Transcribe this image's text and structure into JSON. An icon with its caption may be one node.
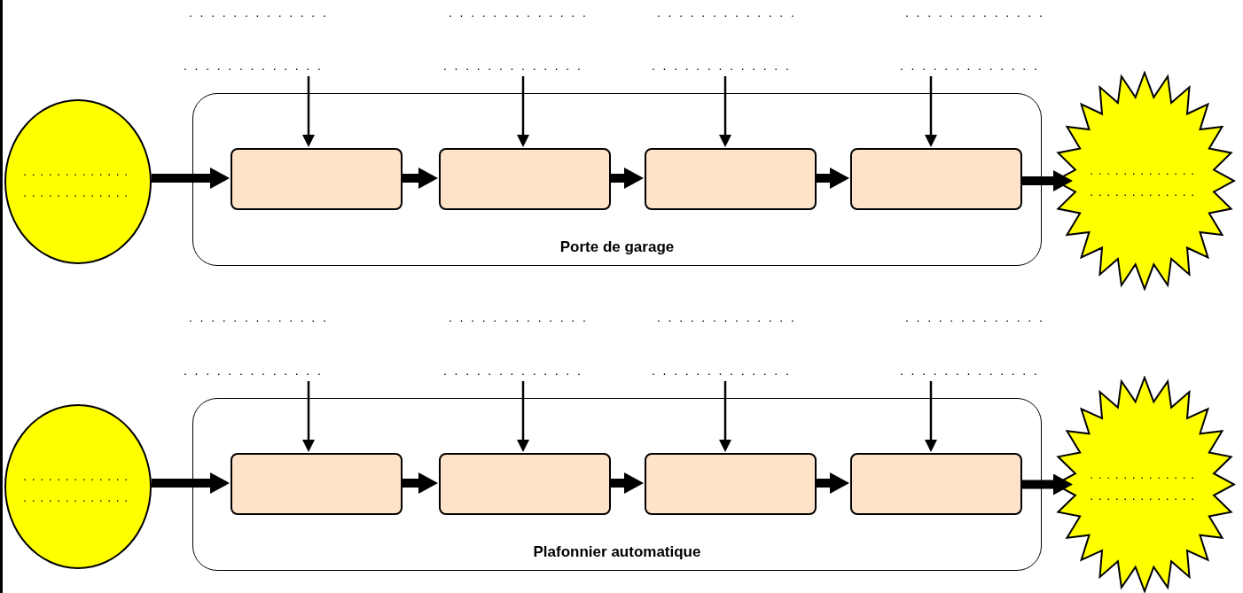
{
  "diagram": {
    "nodes": [
      {
        "text": [
          ". . . . . . . . . . . . ."
        ]
      },
      {
        "text": [
          ". . . . . . . . . . . . ."
        ]
      },
      {
        "text": [
          ". . . . . . . . . . . . ."
        ]
      },
      {
        "text": [
          ". . . . . . . . . . . . ."
        ]
      },
      {
        "text": [
          ".............",
          "............."
        ]
      },
      {
        "text": [
          "Porte de garage"
        ]
      },
      {
        "text": [],
        "shape": "box",
        "in": 5
      },
      {
        "text": [],
        "shape": "box",
        "in": 5
      },
      {
        "text": [],
        "shape": "box",
        "in": 5
      },
      {
        "text": [],
        "shape": "box",
        "in": 5
      },
      {
        "text": [
          ".............",
          "............."
        ]
      },
      {
        "text": [
          ". . . . . . . . . . . . ."
        ]
      },
      {
        "text": [
          ". . . . . . . . . . . . ."
        ]
      },
      {
        "text": [
          ". . . . . . . . . . . . ."
        ]
      },
      {
        "text": [
          ". . . . . . . . . . . . ."
        ]
      },
      {
        "text": [
          ".............",
          "............."
        ]
      },
      {
        "text": [
          "Plafonnier automatique"
        ]
      },
      {
        "text": [],
        "shape": "box",
        "in": 16
      },
      {
        "text": [],
        "shape": "box",
        "in": 16
      },
      {
        "text": [],
        "shape": "box",
        "in": 16
      },
      {
        "text": [],
        "shape": "box",
        "in": 16
      },
      {
        "text": [
          ".............",
          "............."
        ]
      }
    ],
    "edges": [
      {
        "from": 4,
        "to": 6,
        "arrow": "to"
      },
      {
        "from": 6,
        "to": 7,
        "arrow": "to"
      },
      {
        "from": 7,
        "to": 8,
        "arrow": "to"
      },
      {
        "from": 8,
        "to": 9,
        "arrow": "to"
      },
      {
        "from": 9,
        "to": 10,
        "arrow": "to"
      },
      {
        "from": 0,
        "to": 6,
        "arrow": "to"
      },
      {
        "from": 1,
        "to": 7,
        "arrow": "to"
      },
      {
        "from": 2,
        "to": 8,
        "arrow": "to"
      },
      {
        "from": 3,
        "to": 9,
        "arrow": "to"
      },
      {
        "from": 15,
        "to": 17,
        "arrow": "to"
      },
      {
        "from": 17,
        "to": 18,
        "arrow": "to"
      },
      {
        "from": 18,
        "to": 19,
        "arrow": "to"
      },
      {
        "from": 19,
        "to": 20,
        "arrow": "to"
      },
      {
        "from": 20,
        "to": 21,
        "arrow": "to"
      },
      {
        "from": 11,
        "to": 17,
        "arrow": "to"
      },
      {
        "from": 12,
        "to": 18,
        "arrow": "to"
      },
      {
        "from": 13,
        "to": 19,
        "arrow": "to"
      },
      {
        "from": 14,
        "to": 20,
        "arrow": "to"
      }
    ],
    "labels": [
      ". . . . . . . . . . . . .",
      ". . . . . . . . . . . . .",
      ". . . . . . . . . . . . .",
      ". . . . . . . . . . . . .",
      ". . . . . . . . . . . . .",
      ". . . . . . . . . . . . .",
      ". . . . . . . . . . . . .",
      ". . . . . . . . . . . . ."
    ]
  }
}
